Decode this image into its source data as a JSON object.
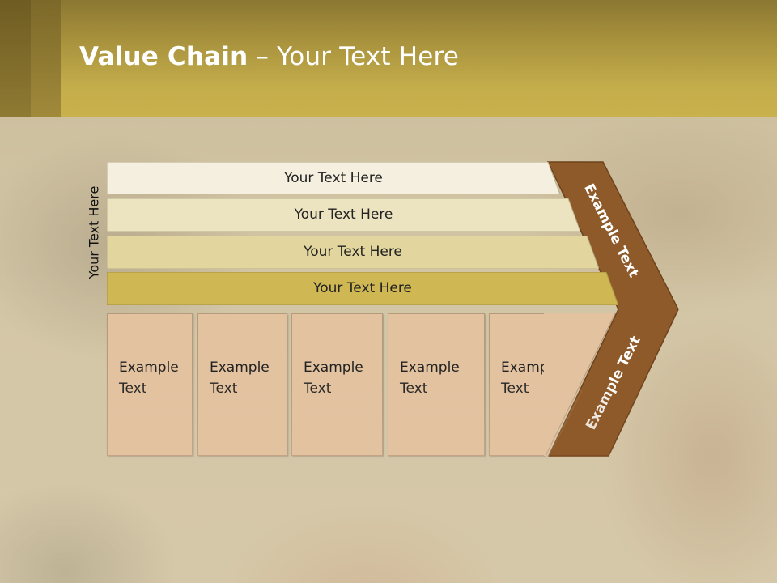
{
  "title": {
    "bold": "Value Chain",
    "rest": " – Your Text Here"
  },
  "vertical_label": "Your Text Here",
  "bars": [
    {
      "label": "Your Text Here",
      "fill": "#f4efdf"
    },
    {
      "label": "Your Text Here",
      "fill": "#ece3c0"
    },
    {
      "label": "Your Text Here",
      "fill": "#e2d69e"
    },
    {
      "label": "Your Text Here",
      "fill": "#cfb853"
    }
  ],
  "boxes": [
    {
      "line1": "Example",
      "line2": "Text"
    },
    {
      "line1": "Example",
      "line2": "Text"
    },
    {
      "line1": "Example",
      "line2": "Text"
    },
    {
      "line1": "Example",
      "line2": "Text"
    },
    {
      "line1": "Example",
      "line2": "Text"
    }
  ],
  "chevron": {
    "upper_label": "Example Text",
    "lower_label": "Example Text",
    "color": "#8f5a2a"
  }
}
